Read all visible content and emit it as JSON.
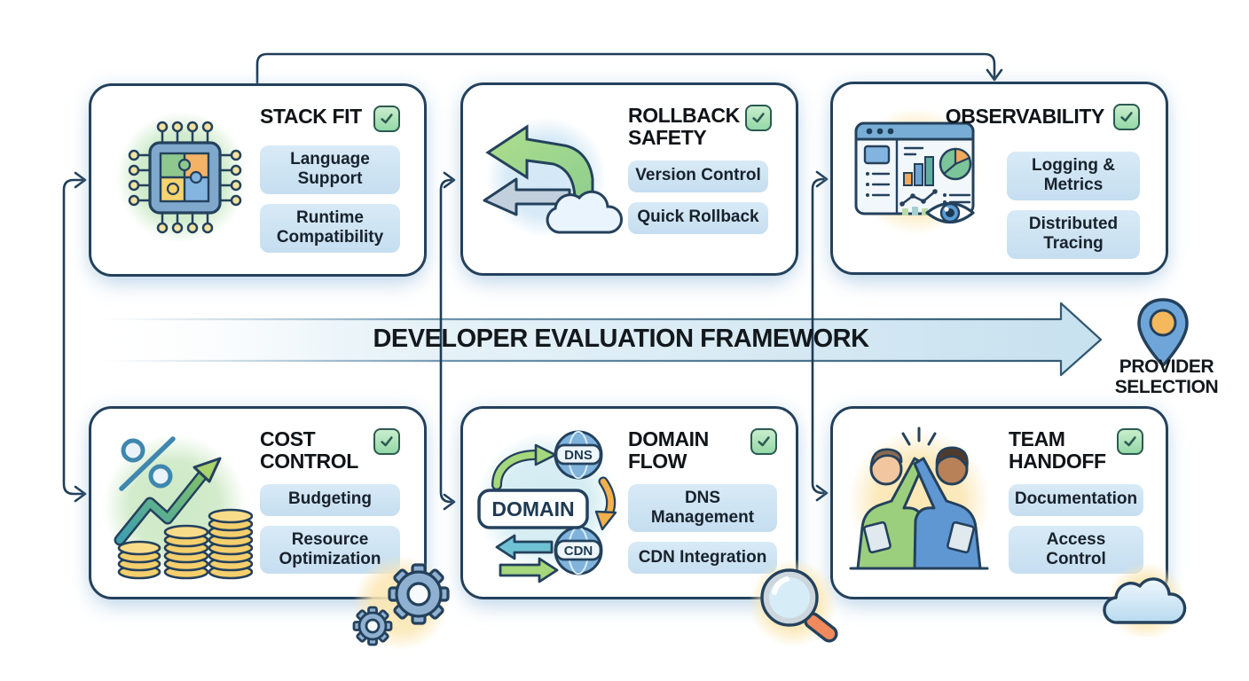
{
  "banner": {
    "label": "DEVELOPER EVALUATION FRAMEWORK"
  },
  "provider_selection": {
    "line1": "PROVIDER",
    "line2": "SELECTION",
    "icon": "location-pin-icon"
  },
  "cards": [
    {
      "title": "STACK FIT",
      "checked": true,
      "icon": "chip-puzzle-icon",
      "chips": [
        "Language Support",
        "Runtime Compatibility"
      ]
    },
    {
      "title": "ROLLBACK SAFETY",
      "checked": true,
      "icon": "rollback-arrows-cloud-icon",
      "chips": [
        "Version Control",
        "Quick Rollback"
      ]
    },
    {
      "title": "OBSERVABILITY",
      "checked": true,
      "icon": "dashboard-eye-icon",
      "chips": [
        "Logging & Metrics",
        "Distributed Tracing"
      ]
    },
    {
      "title": "COST CONTROL",
      "checked": true,
      "icon": "cost-growth-coins-icon",
      "chips": [
        "Budgeting",
        "Resource Optimization"
      ]
    },
    {
      "title": "DOMAIN FLOW",
      "checked": true,
      "icon": "domain-dns-cdn-icon",
      "chips": [
        "DNS Management",
        "CDN Integration"
      ],
      "icon_labels": {
        "domain": "DOMAIN",
        "dns": "DNS",
        "cdn": "CDN"
      }
    },
    {
      "title": "TEAM HANDOFF",
      "checked": true,
      "icon": "team-highfive-icon",
      "chips": [
        "Documentation",
        "Access Control"
      ]
    }
  ],
  "decorations": [
    "gears-icon",
    "magnifier-icon",
    "cloud-icon"
  ],
  "colors": {
    "outline_navy": "#24415c",
    "chip_blue": "#cfe3f0",
    "check_green": "#a9ddb4",
    "banner_blue": "#cde4f1",
    "glow_yellow": "#fbe7b4",
    "glow_green": "#cde9c6",
    "glow_blue": "#d3e8f6"
  }
}
